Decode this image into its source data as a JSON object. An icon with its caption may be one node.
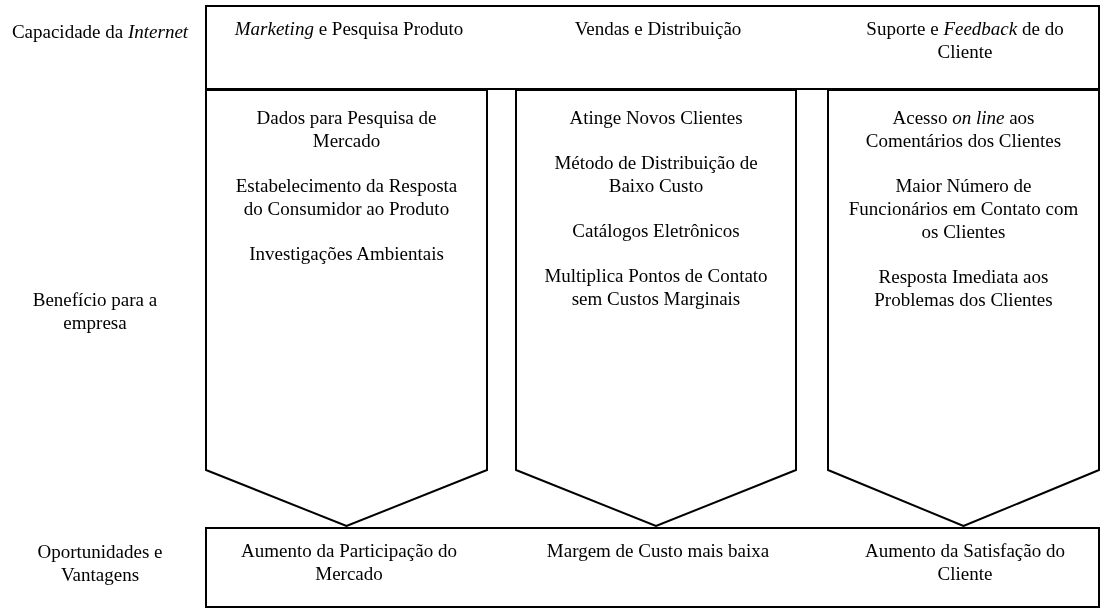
{
  "diagram": {
    "nodes": [
      {
        "text": [
          "*Marketing* e Pesquisa Produto",
          "Vendas e Distribuição",
          "Suporte e *Feedback* de do Cliente"
        ]
      },
      {
        "text": [
          "Dados para Pesquisa de Mercado",
          "Estabelecimento da Resposta do Consumidor ao Produto",
          "Investigações Ambientais"
        ]
      },
      {
        "text": [
          "Atinge Novos Clientes",
          "Método de Distribuição de Baixo Custo",
          "Catálogos Eletrônicos",
          "Multiplica Pontos de Contato sem Custos Marginais"
        ]
      },
      {
        "text": [
          "Acesso *on line* aos Comentários dos Clientes",
          "Maior Número de Funcionários em Contato com os Clientes",
          "Resposta Imediata aos Problemas dos Clientes"
        ]
      },
      {
        "text": [
          "Aumento da Participação do Mercado",
          "Margem de Custo mais baixa",
          "Aumento da Satisfação do Cliente"
        ]
      }
    ],
    "labels": [
      "Capacidade da *Internet*",
      "Benefício para a empresa",
      "Oportunidades e Vantagens"
    ]
  }
}
